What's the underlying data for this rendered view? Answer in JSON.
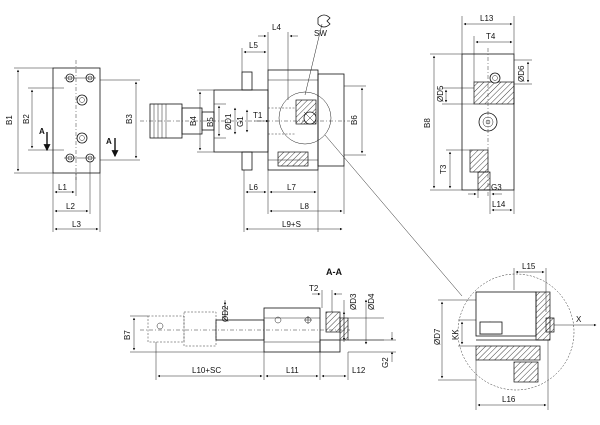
{
  "section_title": "A-A",
  "labels": {
    "sw": "SW",
    "b1": "B1",
    "b2": "B2",
    "b3": "B3",
    "l1": "L1",
    "l2": "L2",
    "l3": "L3",
    "a_left": "A",
    "a_right": "A",
    "l4": "L4",
    "l5": "L5",
    "b4": "B4",
    "b5": "B5",
    "g1": "G1",
    "d1": "ØD1",
    "t1": "T1",
    "b6": "B6",
    "l6": "L6",
    "l7": "L7",
    "l8": "L8",
    "l9s": "L9+S",
    "l13": "L13",
    "t4": "T4",
    "d5": "ØD5",
    "d6": "ØD6",
    "b8": "B8",
    "t3": "T3",
    "g3": "G3",
    "l14": "L14",
    "b7": "B7",
    "d2": "ØD2",
    "t2": "T2",
    "d3": "ØD3",
    "d4": "ØD4",
    "l10sc": "L10+SC",
    "l11": "L11",
    "l12": "L12",
    "g2": "G2",
    "l15": "L15",
    "d7": "ØD7",
    "kk": "KK",
    "x": "X",
    "l16": "L16"
  }
}
